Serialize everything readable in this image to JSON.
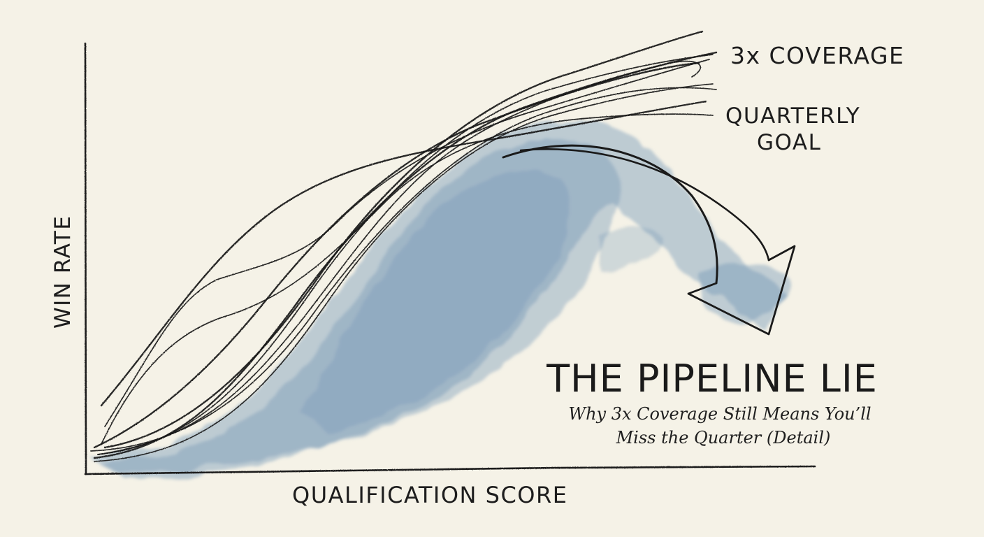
{
  "chart_data": {
    "type": "line",
    "title": "THE PIPELINE LIE",
    "subtitle_lines": [
      "Why 3x Coverage Still Means You’ll",
      "Miss the Quarter (Detail)"
    ],
    "xlabel": "QUALIFICATION SCORE",
    "ylabel": "WIN RATE",
    "annotations": {
      "coverage": "3x COVERAGE",
      "goal_lines": [
        "QUARTERLY",
        "GOAL"
      ]
    },
    "grid": false,
    "legend": "none",
    "colors": {
      "background": "#f5f2e7",
      "ink": "#1a1a1a",
      "wash": "#6f93b4"
    }
  }
}
